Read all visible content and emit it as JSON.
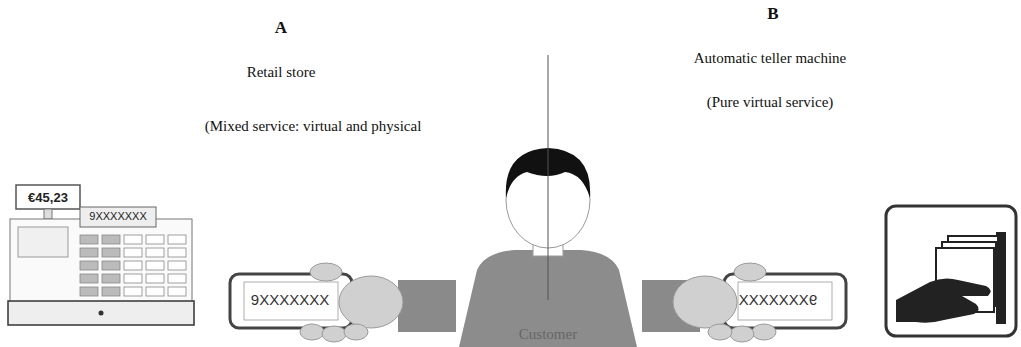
{
  "diagram": {
    "nodes": [
      {
        "text": [
          "€45,23",
          "9XXXXXXX"
        ]
      },
      {
        "text": [
          "9XXXXXXX"
        ]
      },
      {
        "text": [
          "Customer"
        ]
      },
      {
        "text": [
          "9XXXXXXX"
        ]
      }
    ],
    "labels": [
      "A",
      "Retail store",
      "(Mixed service: virtual and physical",
      "B",
      "Automatic teller machine",
      "(Pure virtual service)"
    ]
  }
}
